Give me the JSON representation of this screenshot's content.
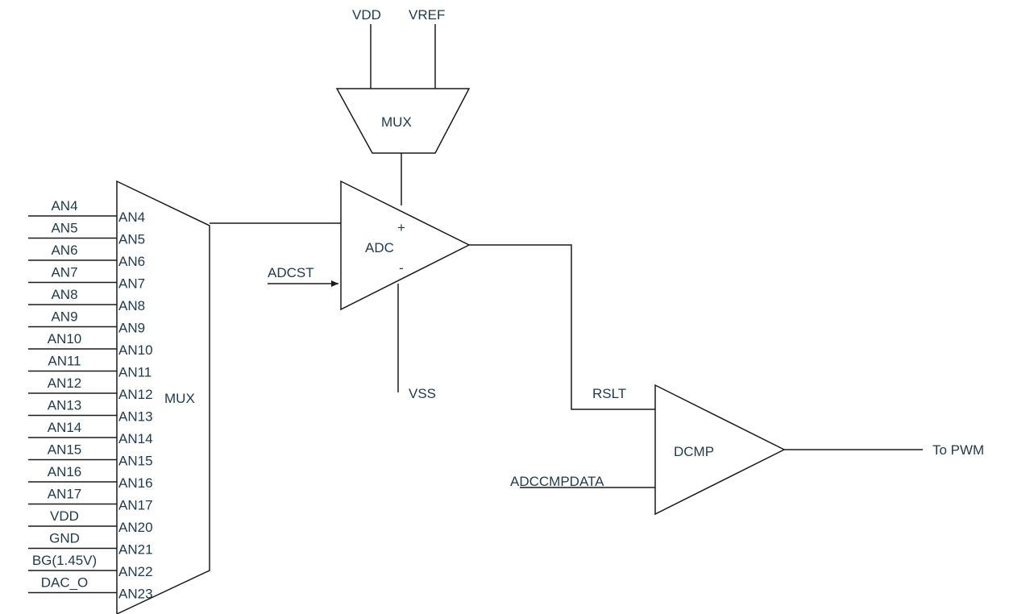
{
  "ref_mux": {
    "label": "MUX",
    "in1": "VDD",
    "in2": "VREF"
  },
  "input_mux": {
    "label": "MUX",
    "external": [
      "AN4",
      "AN5",
      "AN6",
      "AN7",
      "AN8",
      "AN9",
      "AN10",
      "AN11",
      "AN12",
      "AN13",
      "AN14",
      "AN15",
      "AN16",
      "AN17",
      "VDD",
      "GND",
      "BG(1.45V)",
      "DAC_O"
    ],
    "pins": [
      "AN4",
      "AN5",
      "AN6",
      "AN7",
      "AN8",
      "AN9",
      "AN10",
      "AN11",
      "AN12",
      "AN13",
      "AN14",
      "AN15",
      "AN16",
      "AN17",
      "AN20",
      "AN21",
      "AN22",
      "AN23"
    ]
  },
  "adc": {
    "label": "ADC",
    "plus": "+",
    "minus": "-",
    "start": "ADCST",
    "vss": "VSS"
  },
  "dcmp": {
    "label": "DCMP",
    "rslt": "RSLT",
    "data": "ADCCMPDATA",
    "output": "To PWM"
  }
}
